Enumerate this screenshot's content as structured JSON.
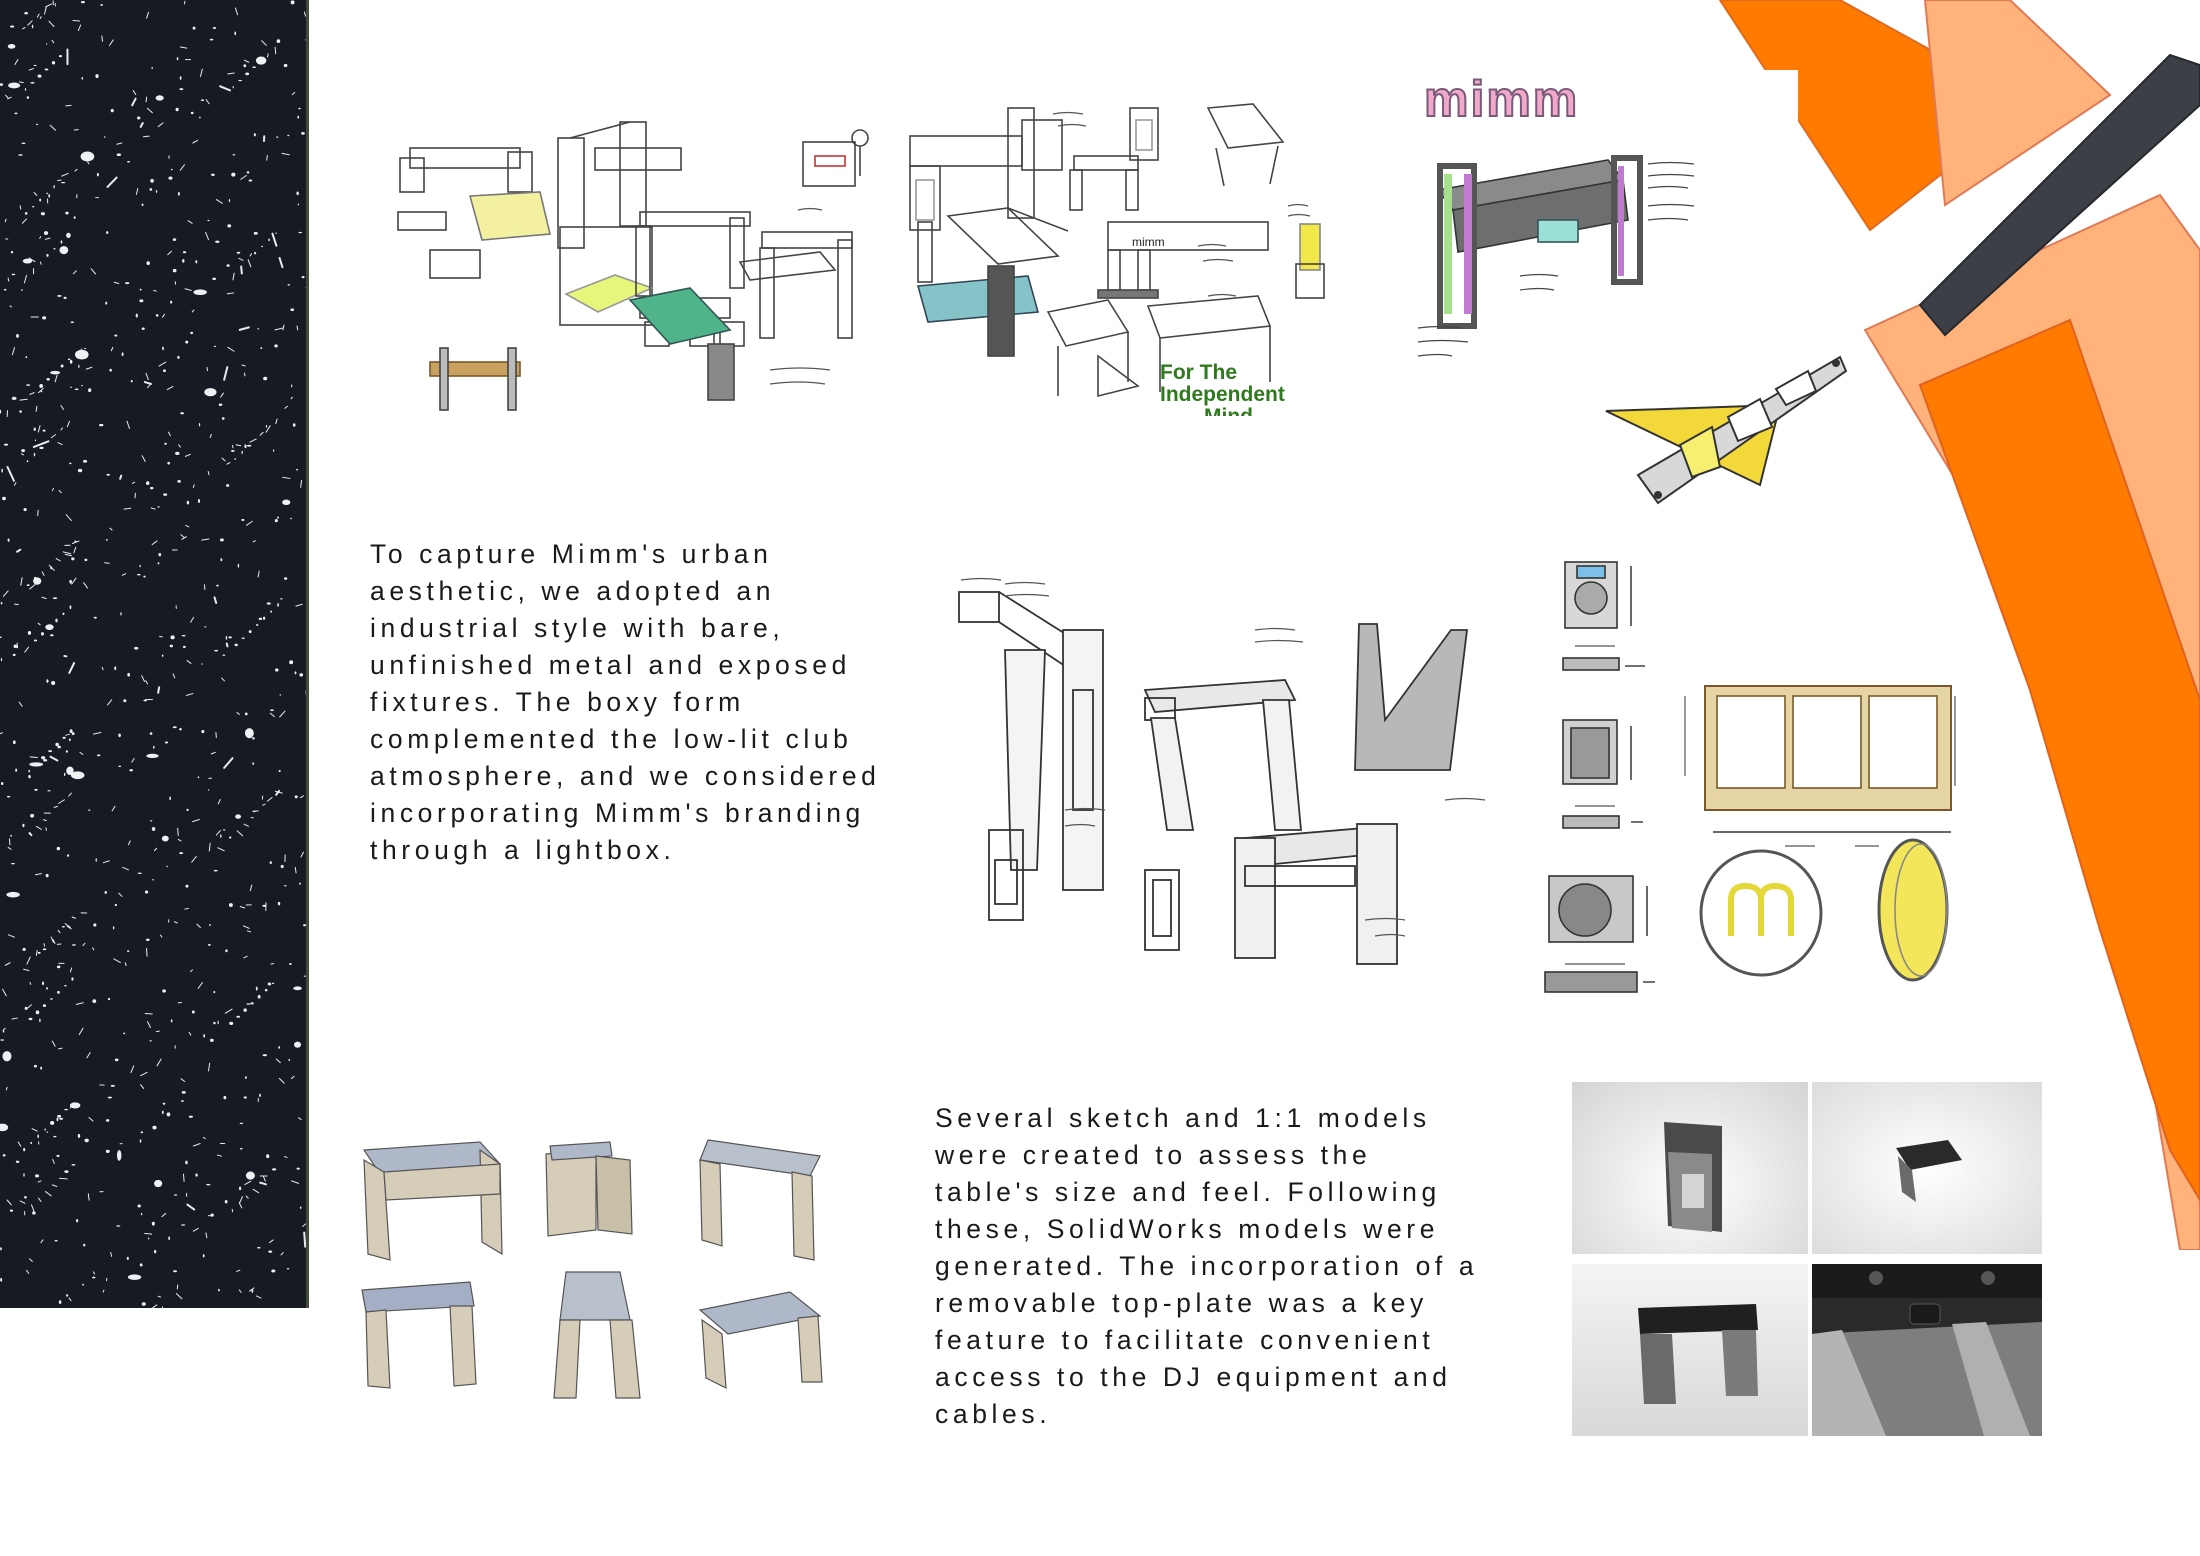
{
  "paragraph_one": {
    "lines": [
      "To capture Mimm's urban",
      "aesthetic, we adopted an",
      "industrial style with bare,",
      "unfinished metal and exposed",
      "fixtures. The boxy form",
      "complemented the low-lit club",
      "atmosphere, and we considered",
      "incorporating Mimm's branding",
      "through a lightbox."
    ]
  },
  "paragraph_two": {
    "lines": [
      "Several sketch and 1:1 models",
      "were created to assess the",
      "table's size and feel. Following",
      "these, SolidWorks models were",
      "generated. The incorporation of a",
      "removable top-plate was a key",
      "feature to facilitate convenient",
      "access to the DJ equipment and",
      "cables."
    ]
  },
  "sketches": {
    "brand_logo": "mimm",
    "tagline_line1": "For The Independent",
    "tagline_line2": "Mind."
  },
  "colors": {
    "accent_orange": "#ff7a00",
    "accent_peach": "#ffb27a",
    "speckle_background": "#171a22",
    "logo_pink": "#f2a8c8",
    "lightbox_yellow": "#f3e84a"
  }
}
